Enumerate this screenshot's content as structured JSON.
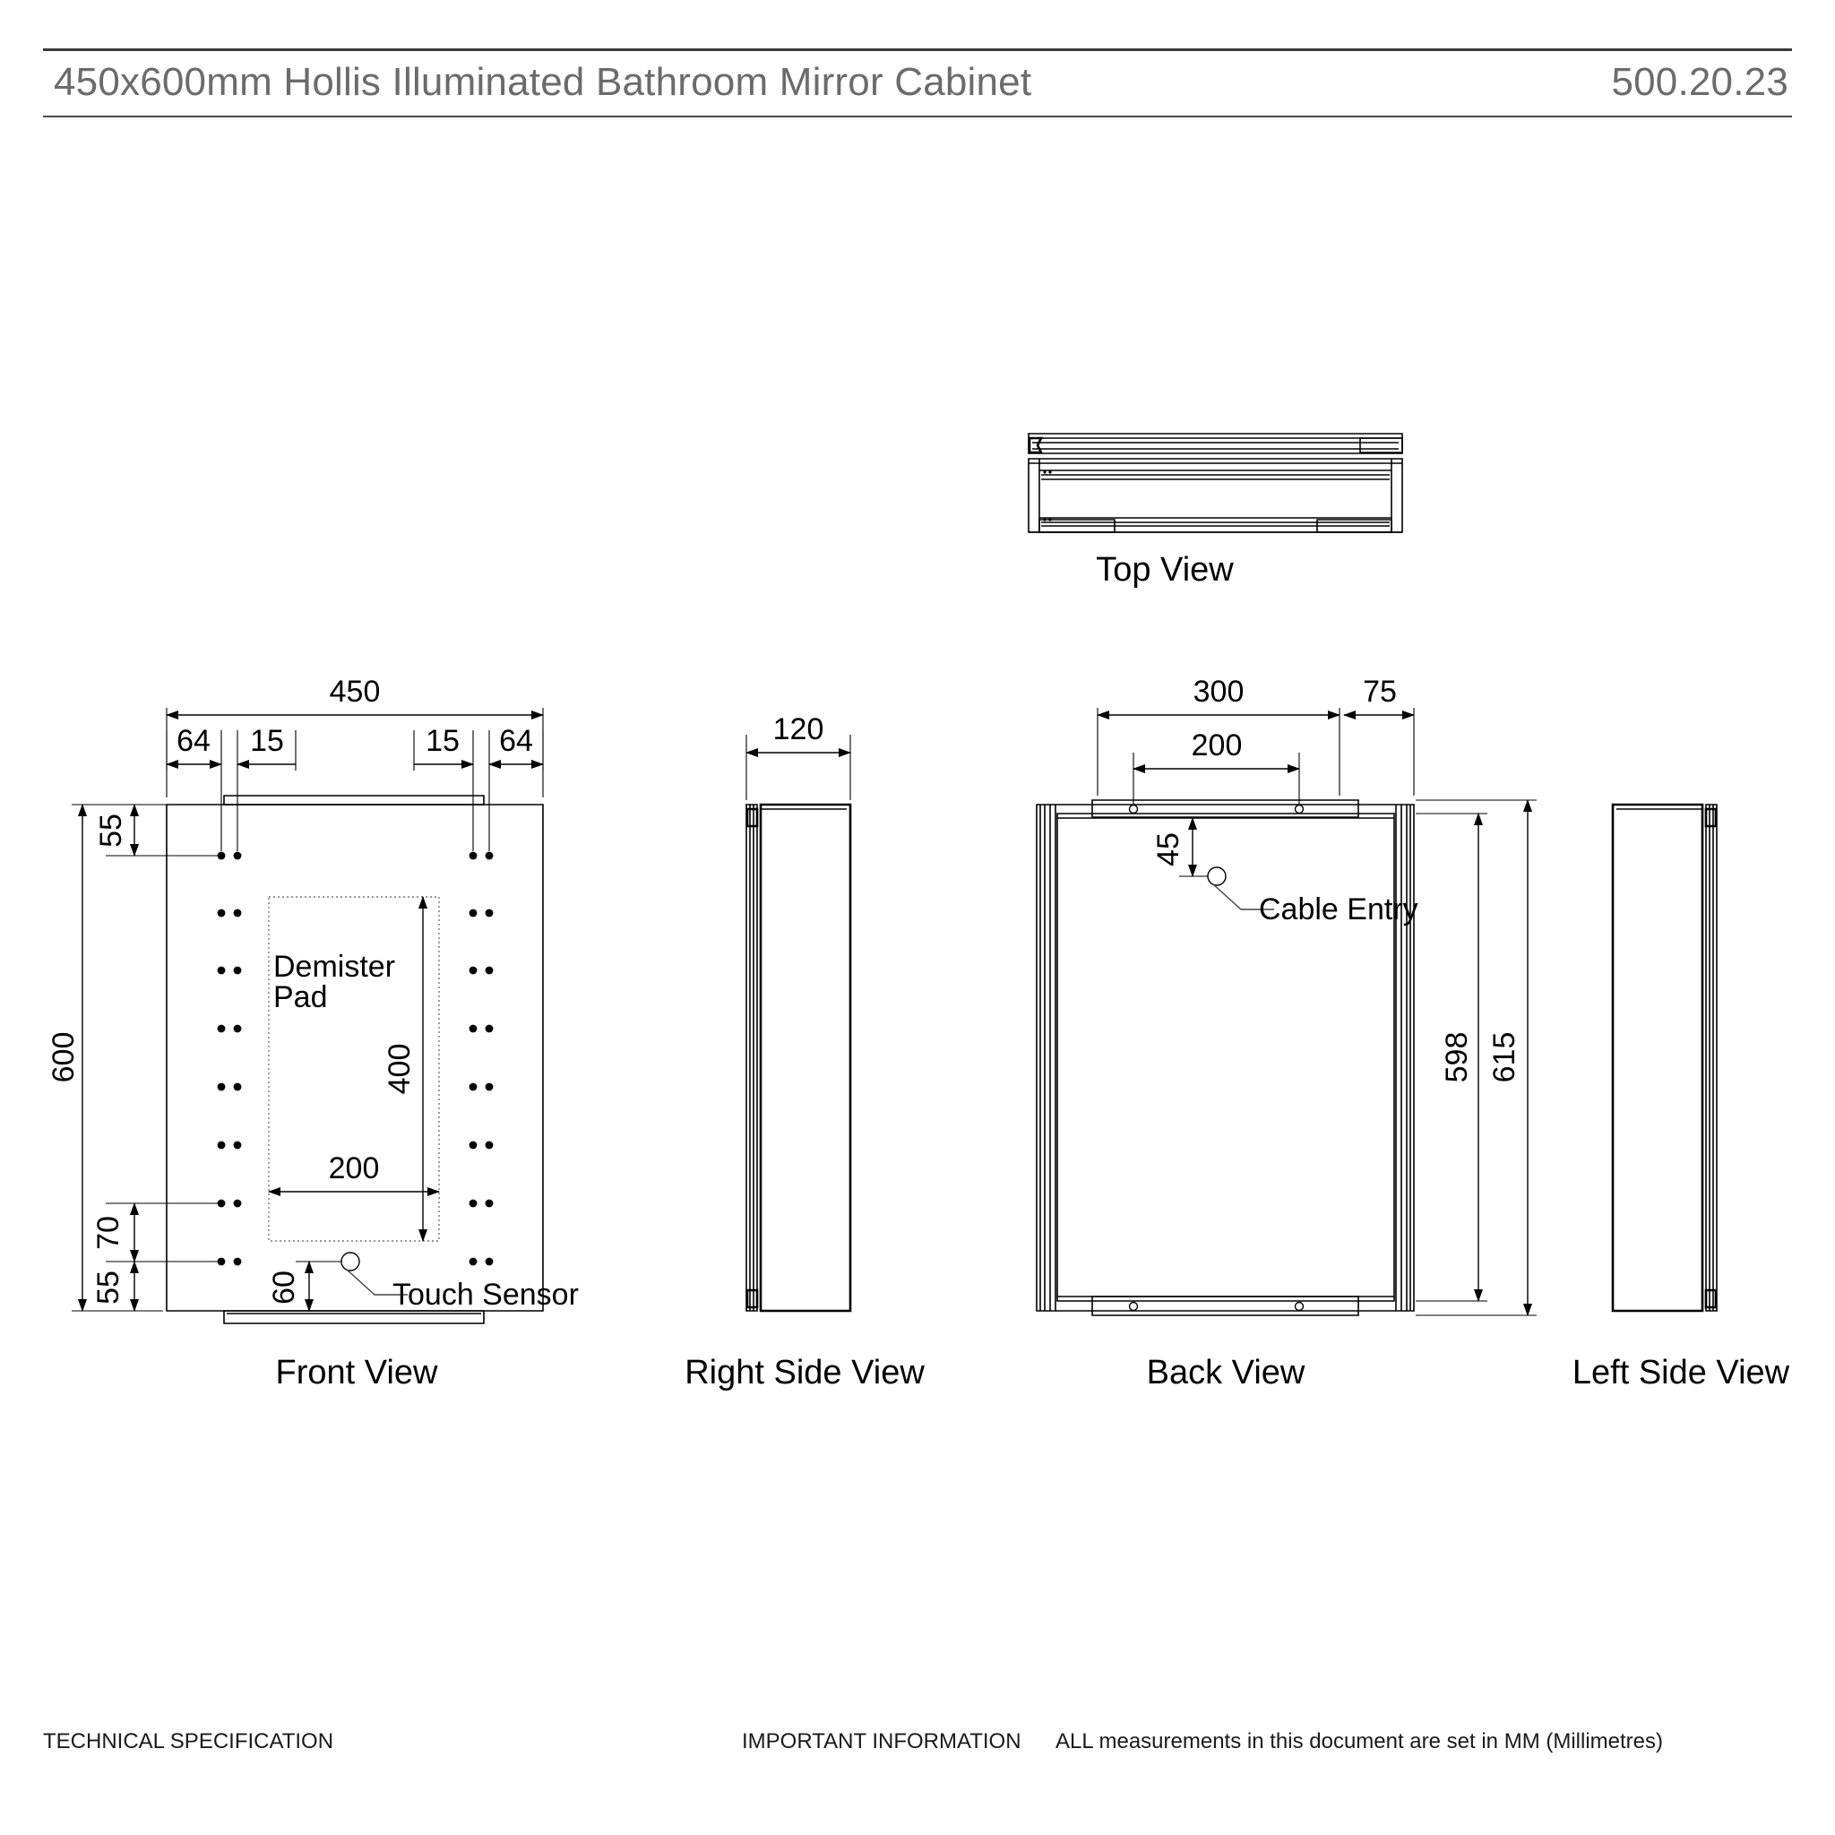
{
  "header": {
    "title": "450x600mm Hollis Illuminated Bathroom Mirror Cabinet",
    "code": "500.20.23"
  },
  "footer": {
    "left": "TECHNICAL SPECIFICATION",
    "middle": "IMPORTANT INFORMATION",
    "right": "ALL measurements in this document are set in MM (Millimetres)"
  },
  "views": {
    "top": {
      "label": "Top View"
    },
    "front": {
      "label": "Front View",
      "dims": {
        "width": "450",
        "height": "600",
        "edge_left": "64",
        "gap_left": "15",
        "gap_right": "15",
        "edge_right": "64",
        "top_offset": "55",
        "bottom_upper": "70",
        "bottom_lower": "55",
        "pad_height": "400",
        "pad_width": "200",
        "sensor_height": "60"
      },
      "labels": {
        "demister_line1": "Demister",
        "demister_line2": "Pad",
        "touch_sensor": "Touch Sensor"
      }
    },
    "right_side": {
      "label": "Right Side View",
      "dims": {
        "depth": "120"
      }
    },
    "back": {
      "label": "Back View",
      "dims": {
        "bracket_span": "300",
        "edge_offset": "75",
        "hole_span": "200",
        "cable_offset": "45",
        "inner_height": "598",
        "outer_height": "615"
      },
      "labels": {
        "cable_entry": "Cable Entry"
      }
    },
    "left_side": {
      "label": "Left Side View"
    }
  },
  "colors": {
    "header_text": "#6b6b6b",
    "line": "#000000",
    "rule": "#3a3a3a",
    "dashed": "#777777"
  }
}
